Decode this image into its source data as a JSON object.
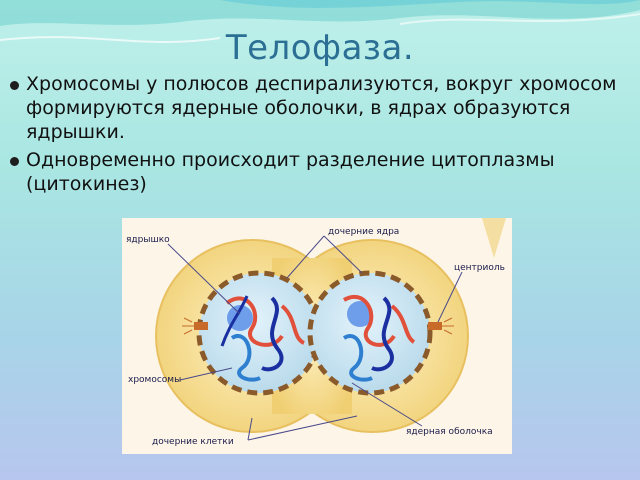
{
  "slide": {
    "title": "Телофаза.",
    "bullets": [
      "Хромосомы у полюсов деспирализуются, вокруг хромосом формируются ядерные оболочки, в ядрах образуются ядрышки.",
      "Одновременно происходит разделение цитоплазмы (цитокинез)"
    ]
  },
  "diagram": {
    "labels": {
      "nucleolus": "ядрышко",
      "daughter_nuclei": "дочерние ядра",
      "centriole": "центриоль",
      "chromosomes": "хромосомы",
      "nuclear_envelope": "ядерная оболочка",
      "daughter_cells": "дочерние клетки"
    }
  },
  "colors": {
    "title": "#2c6f94",
    "cytoplasm": "#f4dc8a",
    "nucleus": "#c9e4f2",
    "envelope": "#8a5a2b",
    "label_lines": "#4a4a8a"
  }
}
